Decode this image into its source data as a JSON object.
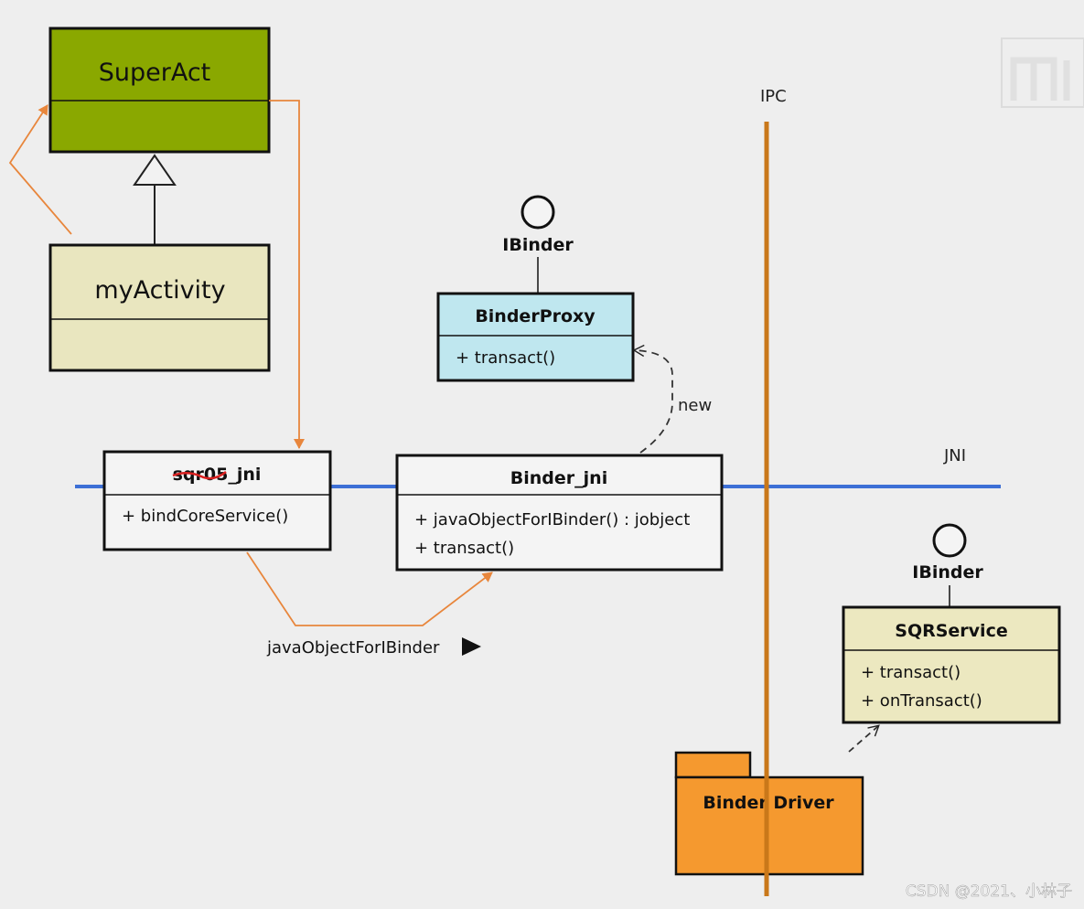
{
  "lines": {
    "ipc_label": "IPC",
    "jni_label": "JNI"
  },
  "super_act": {
    "title": "SuperAct"
  },
  "my_activity": {
    "title": "myActivity"
  },
  "binder_proxy": {
    "interface": "IBinder",
    "title": "BinderProxy",
    "members": [
      "+ transact()"
    ]
  },
  "sqr05_jni": {
    "title": "sqr05_jni",
    "members": [
      "+ bindCoreService()"
    ]
  },
  "binder_jni": {
    "title": "Binder_jni",
    "members": [
      "+ javaObjectForIBinder() : jobject",
      "+ transact()"
    ]
  },
  "new_label": "new",
  "call_label": "javaObjectForIBinder",
  "sqr_service": {
    "interface": "IBinder",
    "title": "SQRService",
    "members": [
      "+ transact()",
      "+ onTransact()"
    ]
  },
  "binder_driver": {
    "title": "Binder Driver"
  },
  "watermark": "CSDN @2021、小林子",
  "colors": {
    "super_act_fill": "#8aa800",
    "my_activity_fill": "#e9e6bf",
    "binder_proxy_fill": "#bfe7ef",
    "sqr_service_fill": "#ece8c0",
    "binder_driver_fill": "#f5992f",
    "ipc_line": "#c9781a",
    "jni_line": "#3d6fd6",
    "orange_link": "#e8863c"
  }
}
